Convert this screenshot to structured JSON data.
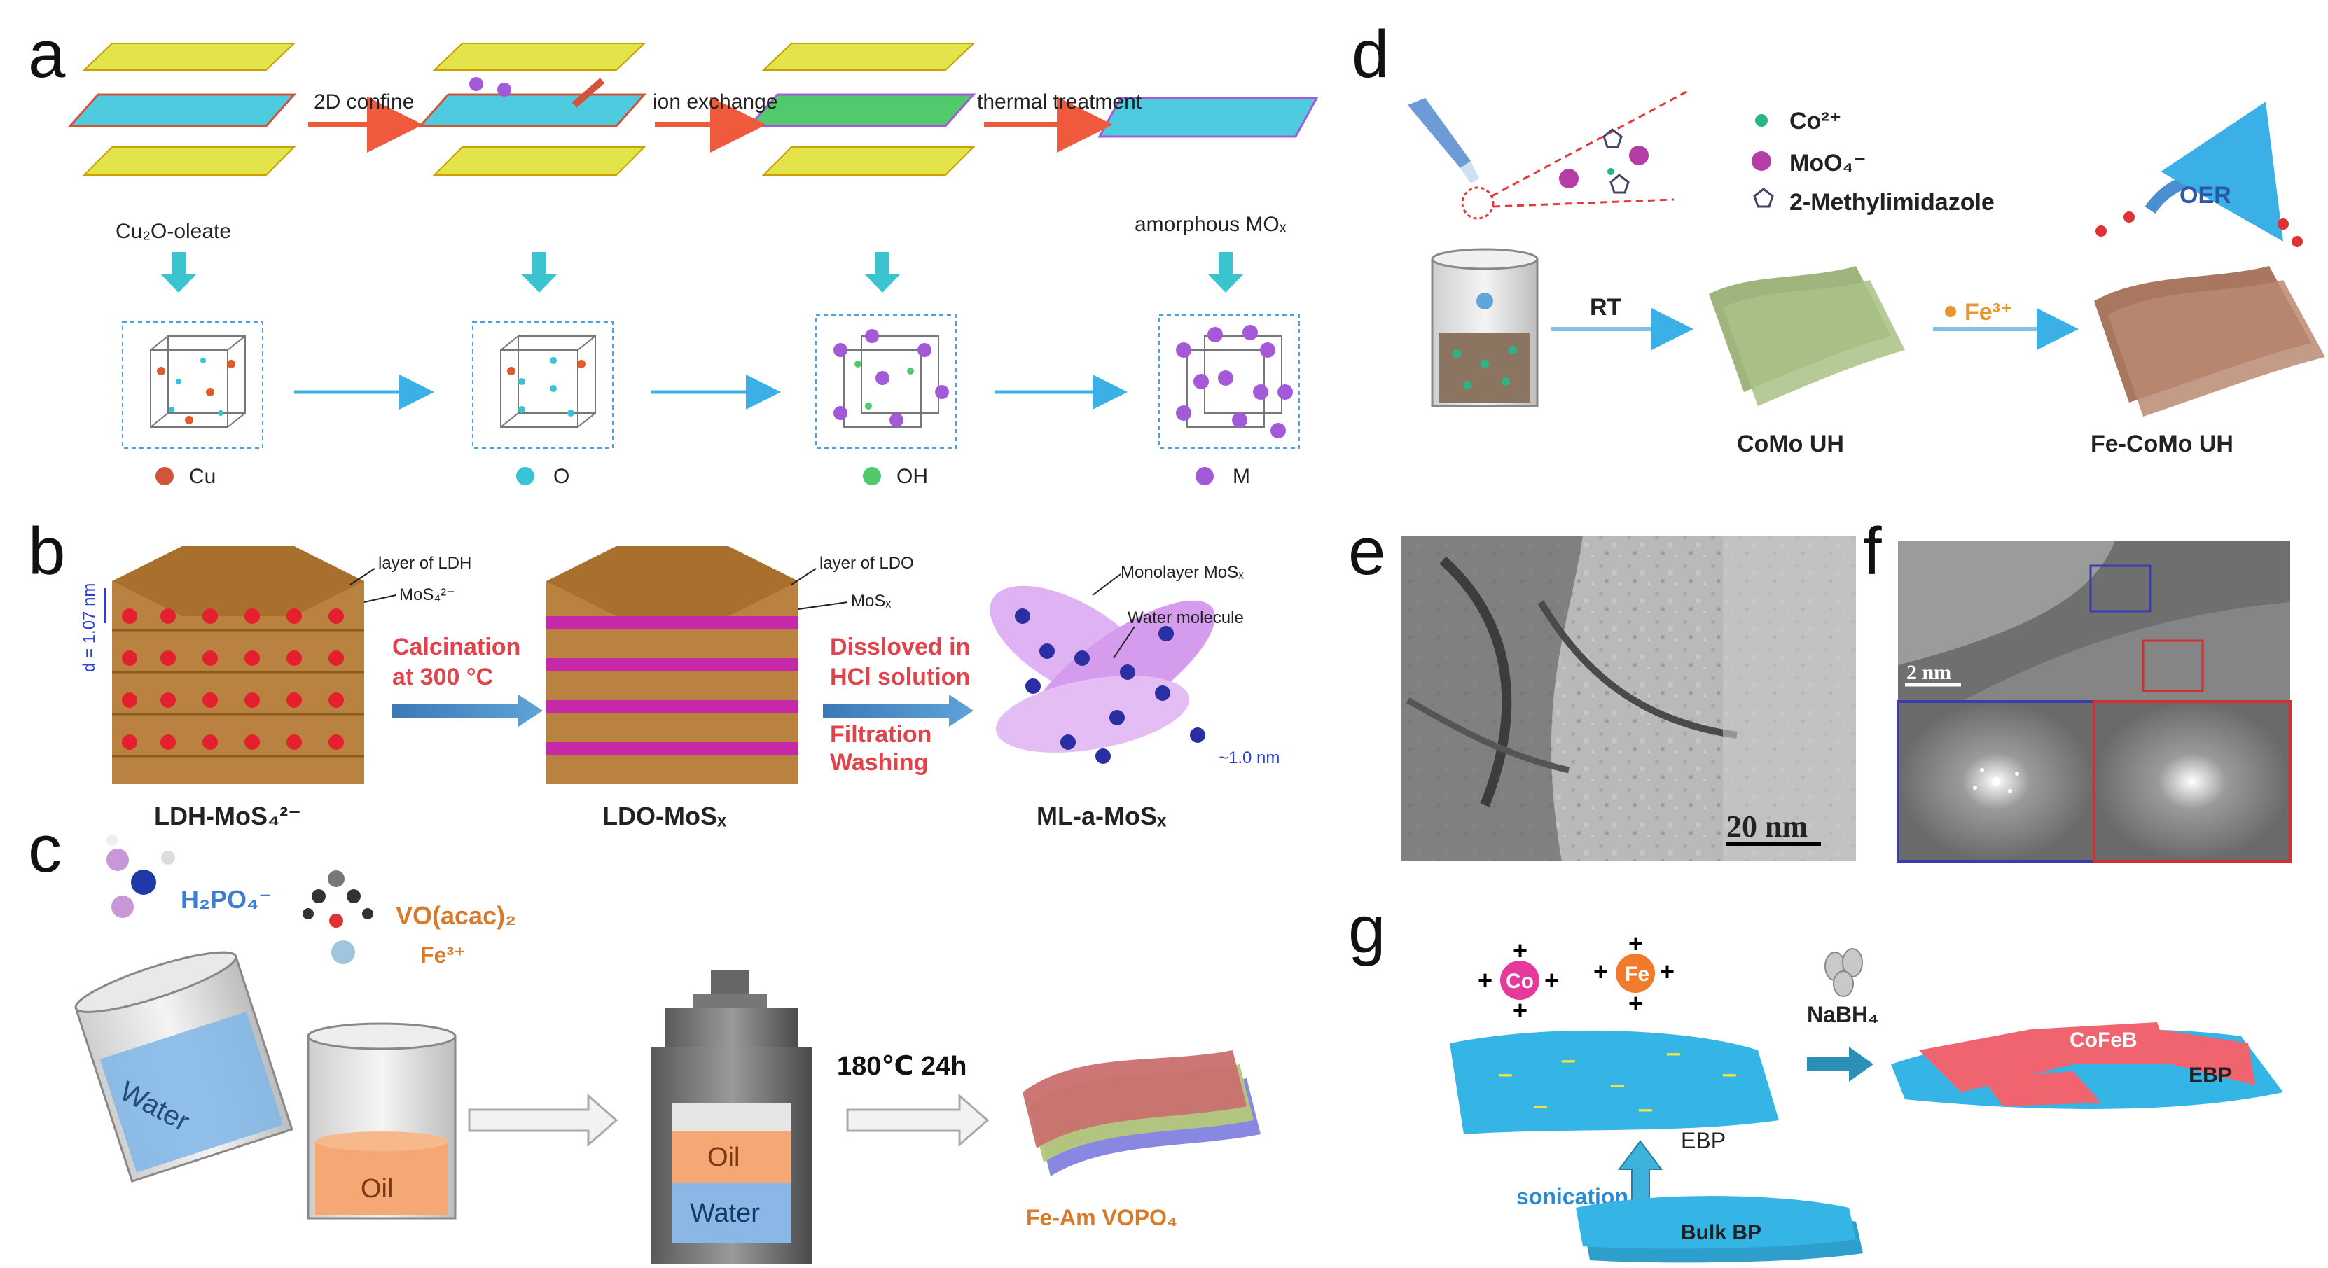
{
  "panel_labels": {
    "a": "a",
    "b": "b",
    "c": "c",
    "d": "d",
    "e": "e",
    "f": "f",
    "g": "g"
  },
  "a": {
    "arrow1": "2D confine",
    "arrow2": "ion exchange",
    "arrow3": "thermal treatment",
    "precursor": "Cu₂O-oleate",
    "product": "amorphous MOₓ",
    "legend": [
      "Cu",
      "O",
      "OH",
      "M"
    ]
  },
  "b": {
    "d_spacing": "d = 1.07 nm",
    "ldh_layer": "layer of LDH",
    "mos4": "MoS₄²⁻",
    "ldo_layer": "layer of LDO",
    "mosx": "MoSₓ",
    "monolayer": "Monolayer MoSₓ",
    "water_molecule": "Water molecule",
    "thickness": "~1.0 nm",
    "step1_line1": "Calcination",
    "step1_line2": "at 300 °C",
    "step2_line1": "Dissloved in",
    "step2_line2": "HCl solution",
    "step2_line3": "Filtration",
    "step2_line4": "Washing",
    "label1": "LDH-MoS₄²⁻",
    "label2": "LDO-MoSₓ",
    "label3": "ML-a-MoSₓ"
  },
  "c": {
    "h2po4": "H₂PO₄⁻",
    "voacac": "VO(acac)₂",
    "fe": "Fe³⁺",
    "water": "Water",
    "oil": "Oil",
    "auto_oil": "Oil",
    "auto_water": "Water",
    "condition": "180℃ 24h",
    "product": "Fe-Am VOPO₄"
  },
  "d": {
    "co": "Co²⁺",
    "moo4": "MoO₄⁻",
    "mim": "2-Methylimidazole",
    "rt": "RT",
    "fe": "Fe³⁺",
    "oer": "OER",
    "como": "CoMo UH",
    "fecomo": "Fe-CoMo UH"
  },
  "e": {
    "scale": "20 nm"
  },
  "f": {
    "scale": "2 nm"
  },
  "g": {
    "co": "Co",
    "fe": "Fe",
    "nabh4": "NaBH₄",
    "ebp": "EBP",
    "sonication": "sonication",
    "bulk": "Bulk BP",
    "cofeb": "CoFeB",
    "ebp2": "EBP"
  },
  "colors": {
    "arrow_red": "#ef5a3c",
    "arrow_cyan": "#3bb8d6",
    "process_red": "#e0434a",
    "ldh_brown": "#b07a3a",
    "bp_blue": "#34b5e6",
    "cofeb_red": "#f06470"
  }
}
